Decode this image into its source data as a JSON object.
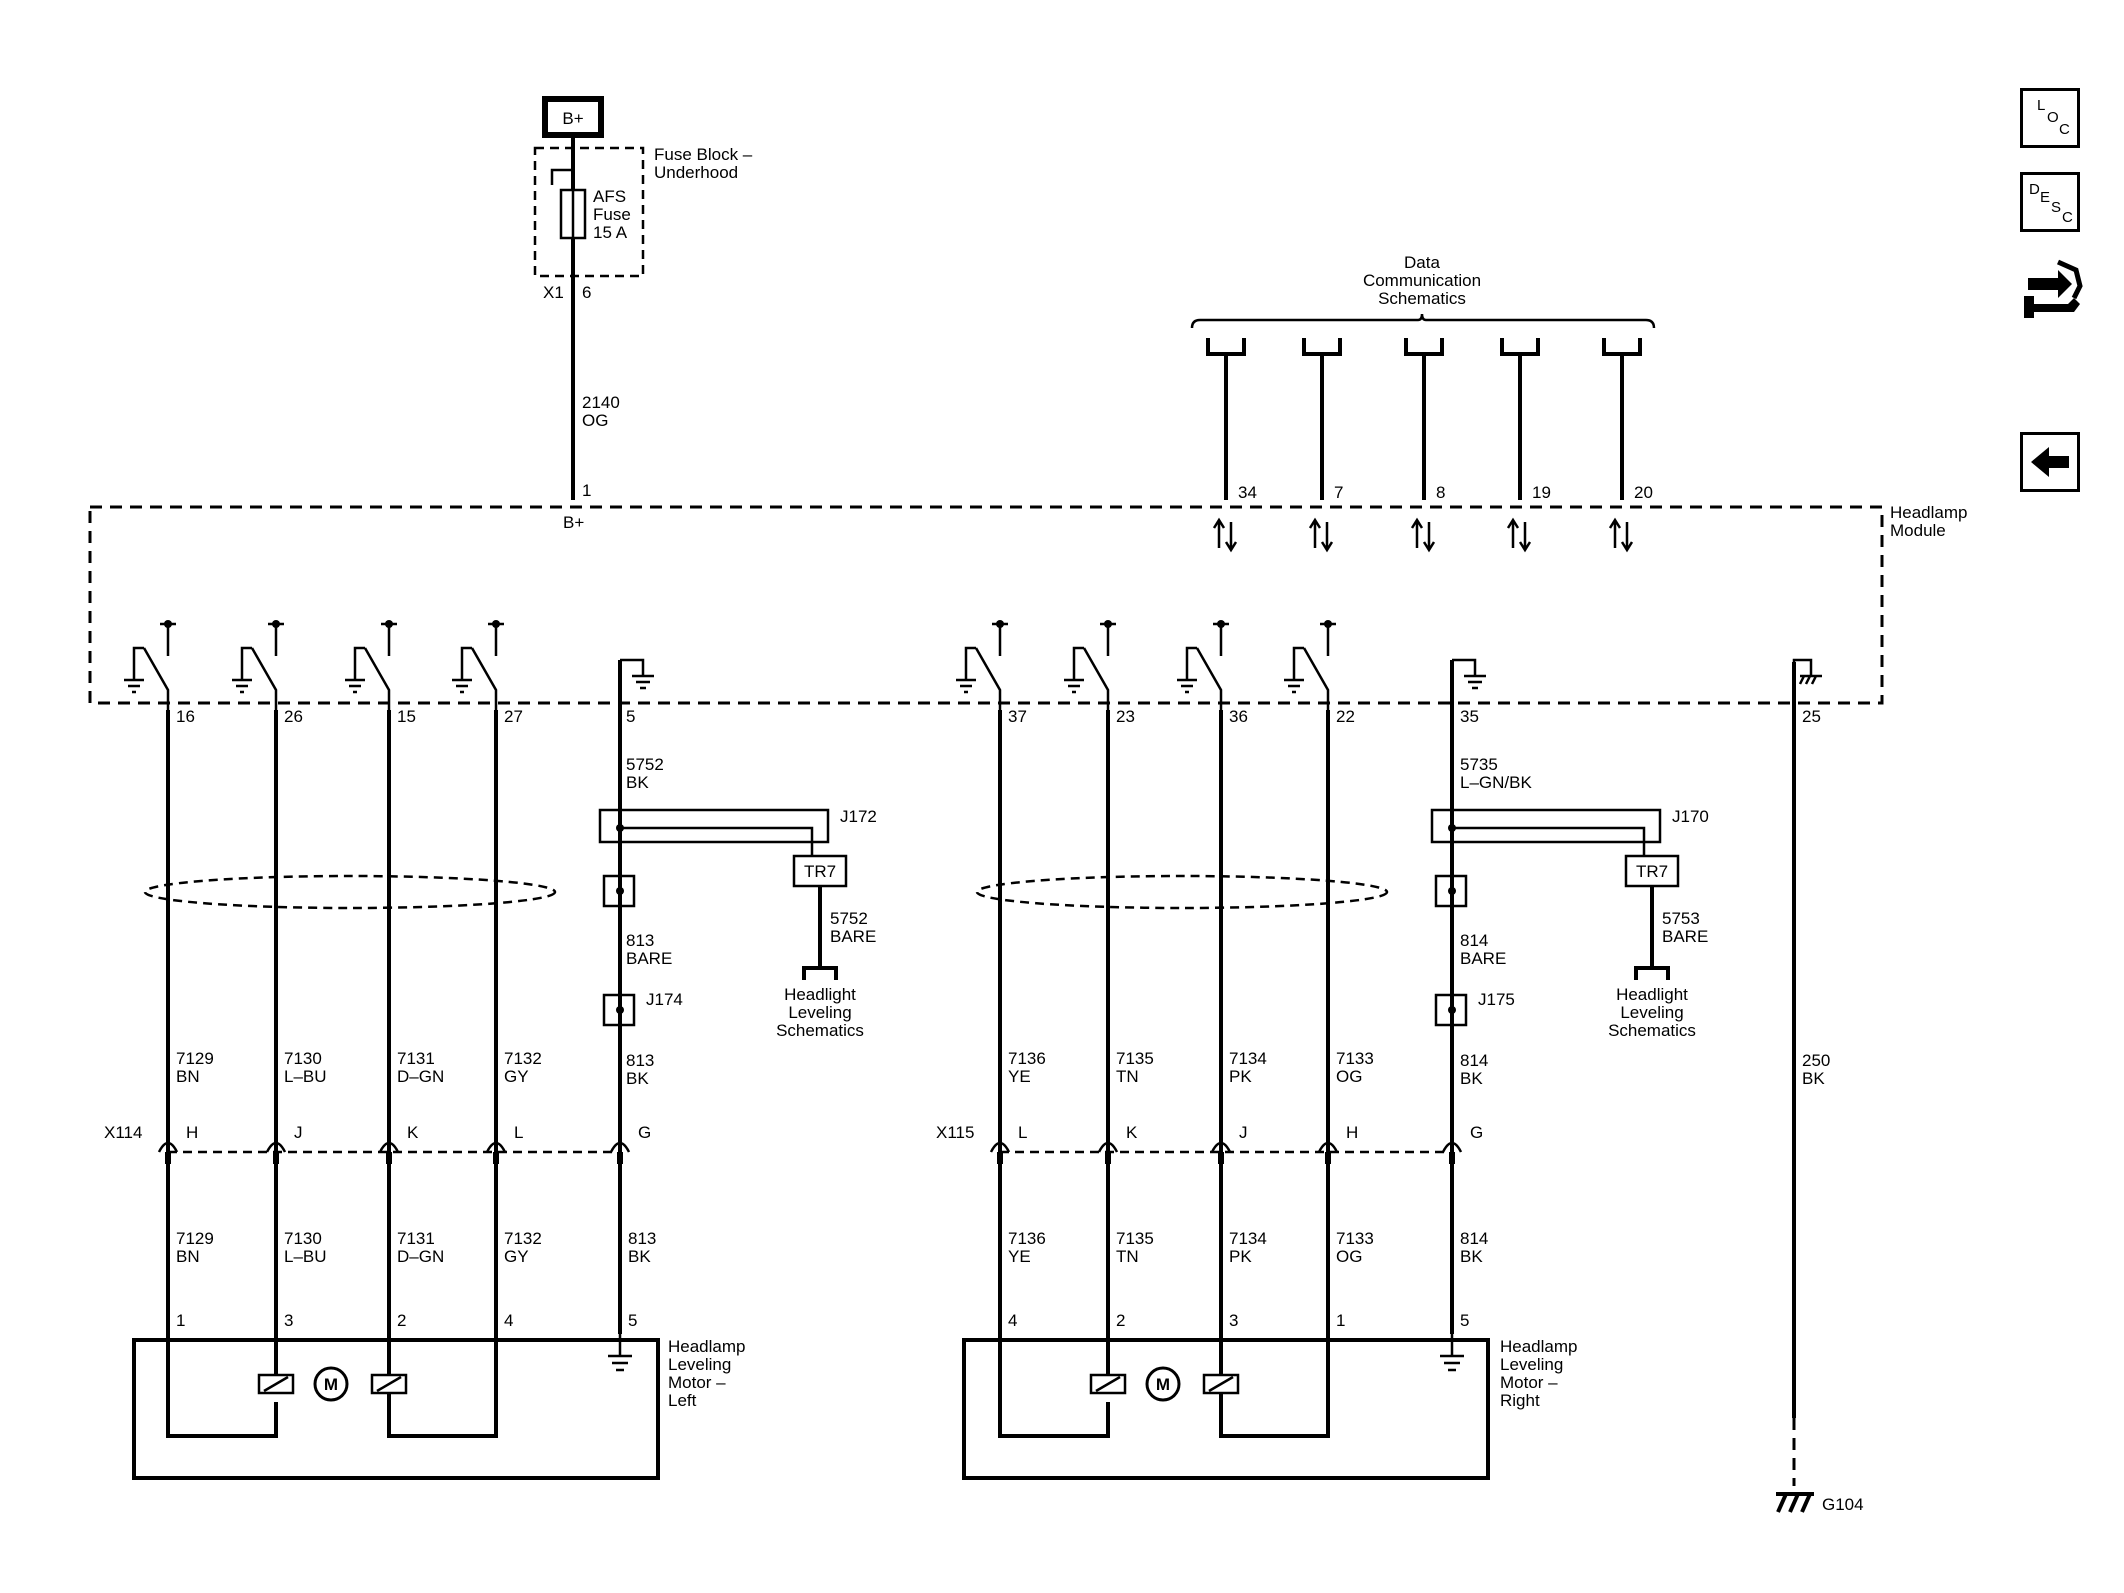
{
  "power": {
    "label": "B+"
  },
  "fuse_block": {
    "line1": "Fuse Block –",
    "line2": "Underhood",
    "connector": "X1",
    "pin": "6"
  },
  "fuse": {
    "line1": "AFS",
    "line2": "Fuse",
    "line3": "15 A"
  },
  "supply_wire": {
    "circuit": "2140",
    "color": "OG",
    "pin": "1",
    "pin_label": "B+"
  },
  "data_comm": {
    "line1": "Data",
    "line2": "Communication",
    "line3": "Schematics",
    "pins": [
      "34",
      "7",
      "8",
      "19",
      "20"
    ]
  },
  "module": {
    "line1": "Headlamp",
    "line2": "Module"
  },
  "left": {
    "pins": [
      "16",
      "26",
      "15",
      "27"
    ],
    "circuits": [
      {
        "num": "7129",
        "color": "BN",
        "conn_pin": "H",
        "motor_pin": "1"
      },
      {
        "num": "7130",
        "color": "L–BU",
        "conn_pin": "J",
        "motor_pin": "3"
      },
      {
        "num": "7131",
        "color": "D–GN",
        "conn_pin": "K",
        "motor_pin": "2"
      },
      {
        "num": "7132",
        "color": "GY",
        "conn_pin": "L",
        "motor_pin": "4"
      }
    ],
    "ground_pin": "5",
    "ground_wire": {
      "num": "5752",
      "color": "BK"
    },
    "splice": "J172",
    "tr": "TR7",
    "bare_wire": {
      "num": "5752",
      "color": "BARE"
    },
    "link": {
      "line1": "Headlight",
      "line2": "Leveling",
      "line3": "Schematics"
    },
    "drain": {
      "num": "813",
      "color": "BARE"
    },
    "splice2": "J174",
    "drain_bk": {
      "num": "813",
      "color": "BK"
    },
    "connector": "X114",
    "conn_ground_pin": "G",
    "motor_ground_pin": "5",
    "motor": {
      "line1": "Headlamp",
      "line2": "Leveling",
      "line3": "Motor –",
      "line4": "Left"
    }
  },
  "right": {
    "pins": [
      "37",
      "23",
      "36",
      "22"
    ],
    "circuits": [
      {
        "num": "7136",
        "color": "YE",
        "conn_pin": "L",
        "motor_pin": "4"
      },
      {
        "num": "7135",
        "color": "TN",
        "conn_pin": "K",
        "motor_pin": "2"
      },
      {
        "num": "7134",
        "color": "PK",
        "conn_pin": "J",
        "motor_pin": "3"
      },
      {
        "num": "7133",
        "color": "OG",
        "conn_pin": "H",
        "motor_pin": "1"
      }
    ],
    "ground_pin": "35",
    "ground_wire": {
      "num": "5735",
      "color": "L–GN/BK"
    },
    "splice": "J170",
    "tr": "TR7",
    "bare_wire": {
      "num": "5753",
      "color": "BARE"
    },
    "link": {
      "line1": "Headlight",
      "line2": "Leveling",
      "line3": "Schematics"
    },
    "drain": {
      "num": "814",
      "color": "BARE"
    },
    "splice2": "J175",
    "drain_bk": {
      "num": "814",
      "color": "BK"
    },
    "connector": "X115",
    "conn_ground_pin": "G",
    "motor_ground_pin": "5",
    "motor": {
      "line1": "Headlamp",
      "line2": "Leveling",
      "line3": "Motor –",
      "line4": "Right"
    }
  },
  "chassis_ground": {
    "pin": "25",
    "num": "250",
    "color": "BK",
    "ground": "G104"
  },
  "motor_symbol": "M",
  "side_buttons": {
    "loc": [
      "L",
      "O",
      "C"
    ],
    "desc": [
      "D",
      "E",
      "S",
      "C"
    ]
  }
}
